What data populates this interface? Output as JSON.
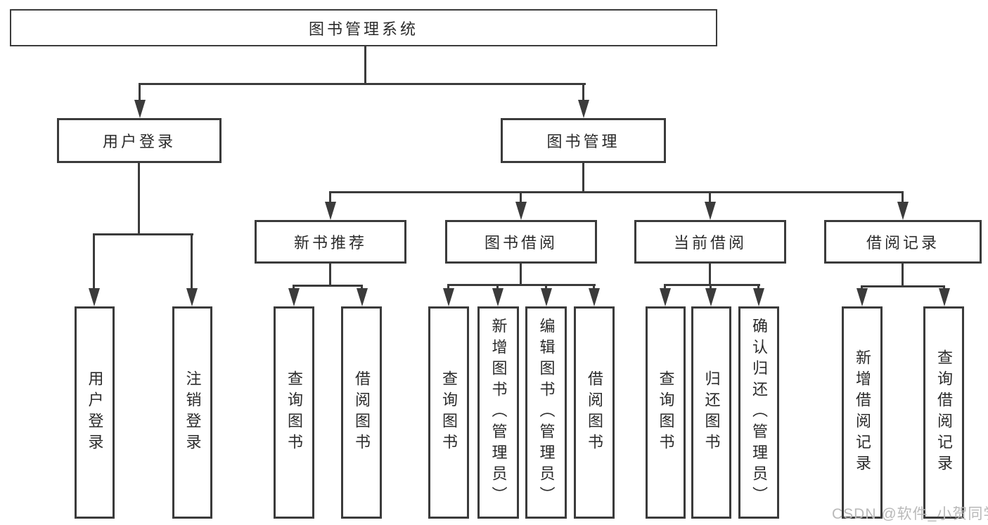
{
  "nodes": {
    "root": {
      "label": "图书管理系统"
    },
    "level2": [
      {
        "label": "用户登录"
      },
      {
        "label": "图书管理"
      }
    ],
    "level3": [
      {
        "label": "新书推荐"
      },
      {
        "label": "图书借阅"
      },
      {
        "label": "当前借阅"
      },
      {
        "label": "借阅记录"
      }
    ],
    "leaves_user_login": [
      {
        "label": "用户登录"
      },
      {
        "label": "注销登录"
      }
    ],
    "leaves_new_books": [
      {
        "label": "查询图书"
      },
      {
        "label": "借阅图书"
      }
    ],
    "leaves_book_borrow": [
      {
        "label": "查询图书"
      },
      {
        "label": "新增图书（管理员）"
      },
      {
        "label": "编辑图书（管理员）"
      },
      {
        "label": "借阅图书"
      }
    ],
    "leaves_current_borrow": [
      {
        "label": "查询图书"
      },
      {
        "label": "归还图书"
      },
      {
        "label": "确认归还（管理员）"
      }
    ],
    "leaves_borrow_records": [
      {
        "label": "新增借阅记录"
      },
      {
        "label": "查询借阅记录"
      }
    ]
  },
  "watermark": {
    "text": "CSDN @软件_小贺同学"
  },
  "colors": {
    "line": "#3b3b3b",
    "text": "#2b2b2b",
    "watermark": "#b9b9b9",
    "background": "#ffffff"
  }
}
